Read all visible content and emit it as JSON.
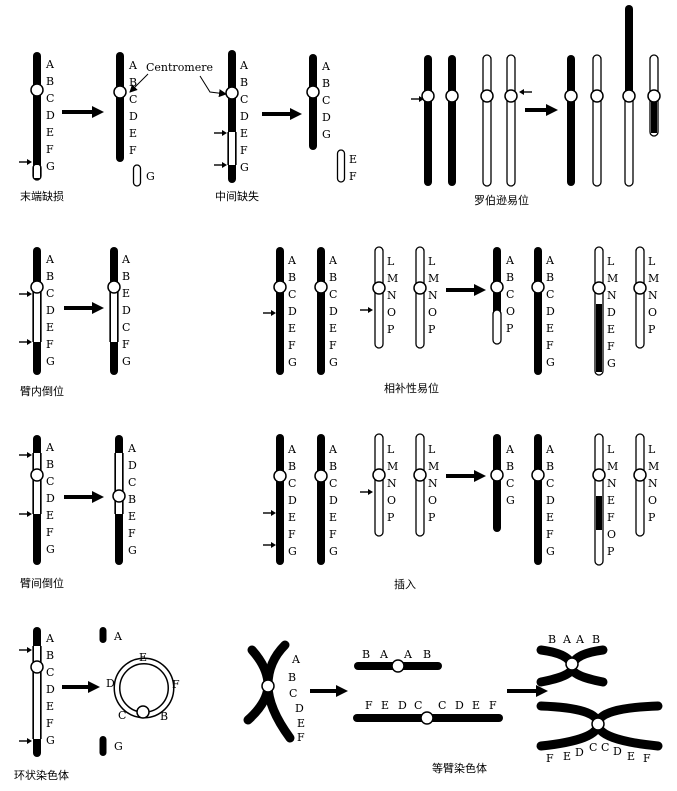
{
  "captions": {
    "terminal_deletion": "末端缺损",
    "interstitial_deletion": "中间缺失",
    "robertsonian": "罗伯逊易位",
    "paracentric_inversion": "臂内倒位",
    "reciprocal_translocation": "相补性易位",
    "pericentric_inversion": "臂间倒位",
    "insertion": "插入",
    "ring_chromosome": "环状染色体",
    "isochromosome": "等臂染色体"
  },
  "centromere_label": "Centromere",
  "genes": {
    "ABCDEFG": [
      "A",
      "B",
      "C",
      "D",
      "E",
      "F",
      "G"
    ],
    "ABCDEF": [
      "A",
      "B",
      "C",
      "D",
      "E",
      "F"
    ],
    "term_after": [
      "A",
      "B",
      "C",
      "D",
      "E",
      "F"
    ],
    "term_frag": [
      "G"
    ],
    "inter_after": [
      "A",
      "B",
      "C",
      "D",
      "G"
    ],
    "inter_frag": [
      "E",
      "F"
    ],
    "para_after": [
      "A",
      "B",
      "E",
      "D",
      "C",
      "F",
      "G"
    ],
    "LMNOP": [
      "L",
      "M",
      "N",
      "O",
      "P"
    ],
    "recip_a": [
      "A",
      "B",
      "C",
      "O",
      "P"
    ],
    "recip_b": [
      "L",
      "M",
      "N",
      "D",
      "E",
      "F",
      "G"
    ],
    "peri_after": [
      "A",
      "D",
      "C",
      "B",
      "E",
      "F",
      "G"
    ],
    "ins_a": [
      "A",
      "B",
      "C",
      "G"
    ],
    "ins_b": [
      "L",
      "M",
      "N",
      "E",
      "F",
      "O",
      "P"
    ],
    "ring_a": [
      "A"
    ],
    "ring_g": [
      "G"
    ],
    "ring": [
      "E",
      "F",
      "B",
      "C",
      "D"
    ],
    "iso_short": [
      "B",
      "A",
      "A",
      "B"
    ],
    "iso_long": [
      "F",
      "E",
      "D",
      "C",
      "C",
      "D",
      "E",
      "F"
    ],
    "iso_top_right": [
      "B",
      "A",
      "A",
      "B"
    ],
    "iso_bottom_right": [
      "F",
      "E",
      "D",
      "C",
      "C",
      "D",
      "E",
      "F"
    ]
  }
}
